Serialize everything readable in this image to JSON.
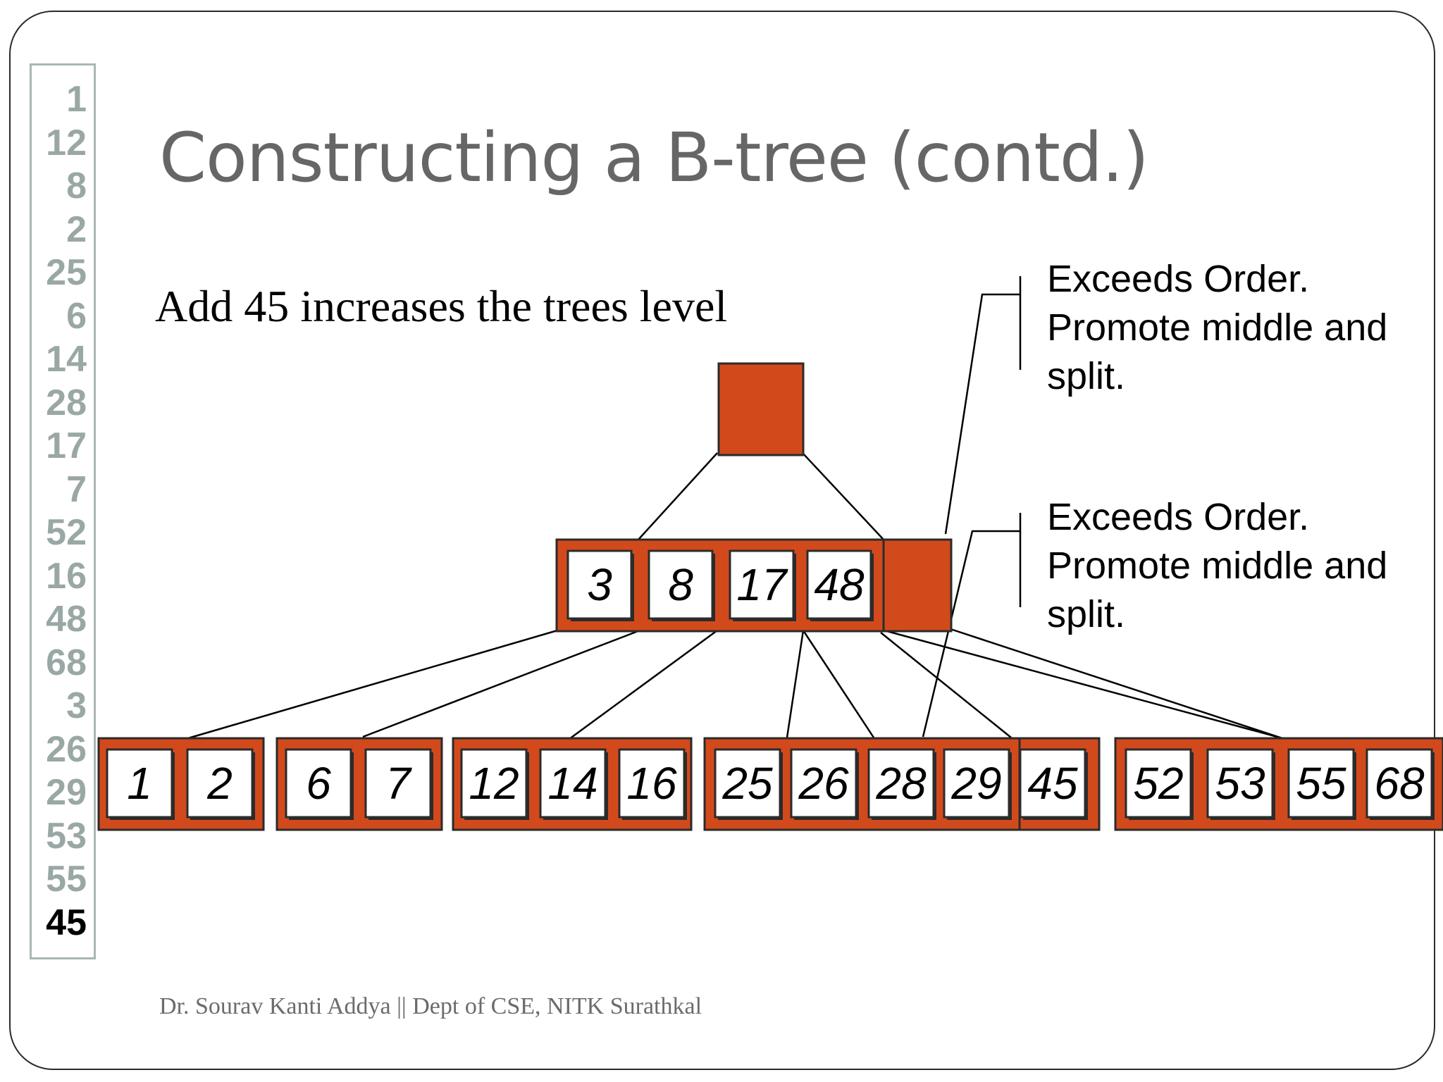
{
  "slide": {
    "title": "Constructing a B-tree (contd.)",
    "subtitle": "Add 45 increases the trees level",
    "footer": "Dr. Sourav Kanti Addya || Dept of CSE, NITK Surathkal"
  },
  "insert_sequence": {
    "values": [
      "1",
      "12",
      "8",
      "2",
      "25",
      "6",
      "14",
      "28",
      "17",
      "7",
      "52",
      "16",
      "48",
      "68",
      "3",
      "26",
      "29",
      "53",
      "55",
      "45"
    ],
    "current": "45"
  },
  "notes": [
    {
      "lines": [
        "Exceeds Order.",
        "Promote middle and",
        "split."
      ]
    },
    {
      "lines": [
        "Exceeds Order.",
        "Promote middle and",
        "split."
      ]
    }
  ],
  "tree": {
    "root": {
      "keys": []
    },
    "internal": {
      "keys": [
        "3",
        "8",
        "17",
        "48"
      ]
    },
    "leaves": [
      {
        "keys": [
          "1",
          "2"
        ]
      },
      {
        "keys": [
          "6",
          "7"
        ]
      },
      {
        "keys": [
          "12",
          "14",
          "16"
        ]
      },
      {
        "keys": [
          "25",
          "26",
          "28",
          "29",
          "45"
        ],
        "new_key": "45"
      },
      {
        "keys": [
          "52",
          "53",
          "55",
          "68"
        ]
      }
    ]
  },
  "colors": {
    "node": "#d24a1c",
    "new_key_hatch": "#d24a1c",
    "title": "#666666",
    "sequence": "#9aa8a5"
  }
}
